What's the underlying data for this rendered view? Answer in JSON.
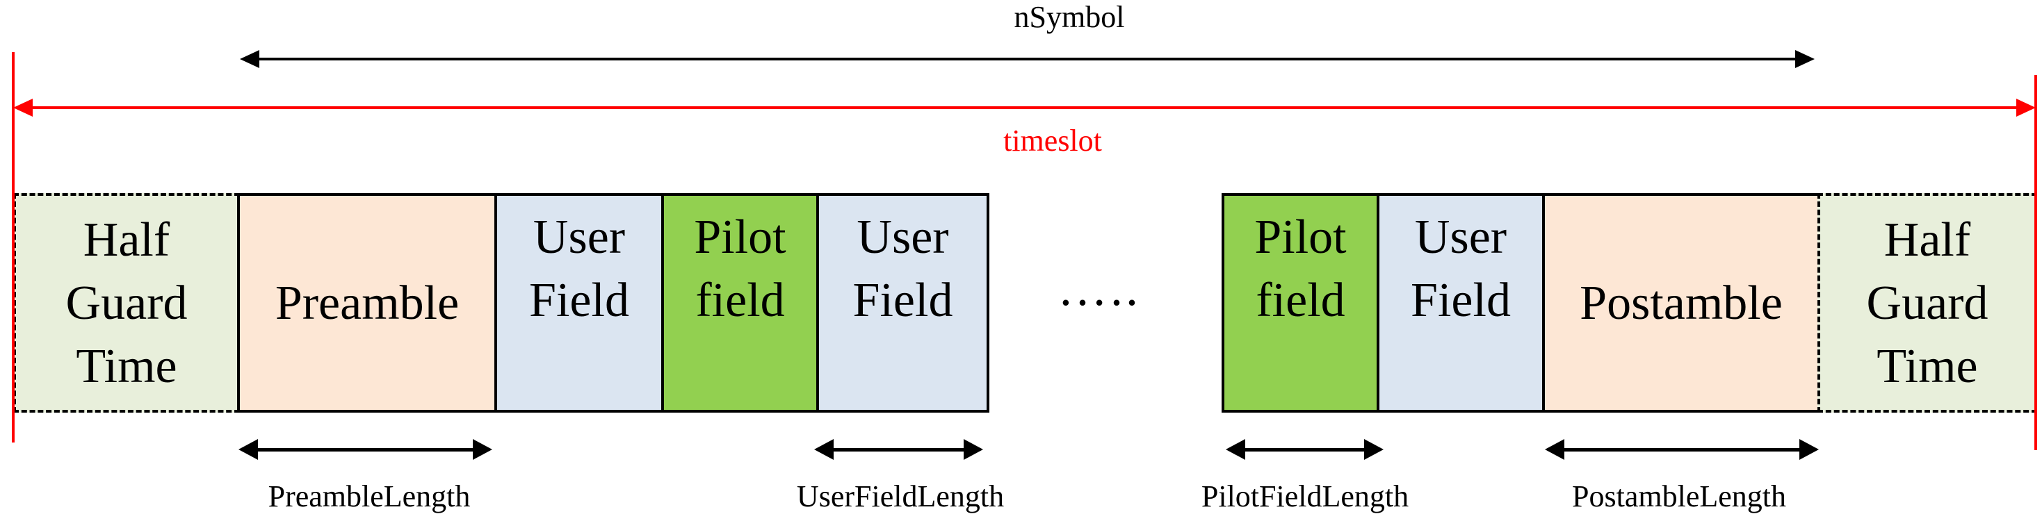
{
  "title_annotations": {
    "nsymbol": "nSymbol",
    "timeslot": "timeslot"
  },
  "colors": {
    "guard_fill": "#e8efdb",
    "preamble_fill": "#fde7d5",
    "user_fill": "#dbe5f1",
    "pilot_fill": "#92d050",
    "arrow_red": "#ff0000",
    "line_black": "#000000"
  },
  "boxes": [
    {
      "name": "half-guard-time-left",
      "lines": [
        "Half",
        "Guard",
        "Time"
      ]
    },
    {
      "name": "preamble",
      "lines": [
        "Preamble"
      ]
    },
    {
      "name": "user-field-1",
      "lines": [
        "User",
        "Field"
      ]
    },
    {
      "name": "pilot-field-1",
      "lines": [
        "Pilot",
        "field"
      ]
    },
    {
      "name": "user-field-2",
      "lines": [
        "User",
        "Field"
      ]
    },
    {
      "name": "pilot-field-2",
      "lines": [
        "Pilot",
        "field"
      ]
    },
    {
      "name": "user-field-3",
      "lines": [
        "User",
        "Field"
      ]
    },
    {
      "name": "postamble",
      "lines": [
        "Postamble"
      ]
    },
    {
      "name": "half-guard-time-right",
      "lines": [
        "Half",
        "Guard",
        "Time"
      ]
    }
  ],
  "ellipsis": "…..",
  "length_annotations": {
    "preamble": "PreambleLength",
    "user_field": "UserFieldLength",
    "pilot_field": "PilotFieldLength",
    "postamble": "PostambleLength"
  }
}
